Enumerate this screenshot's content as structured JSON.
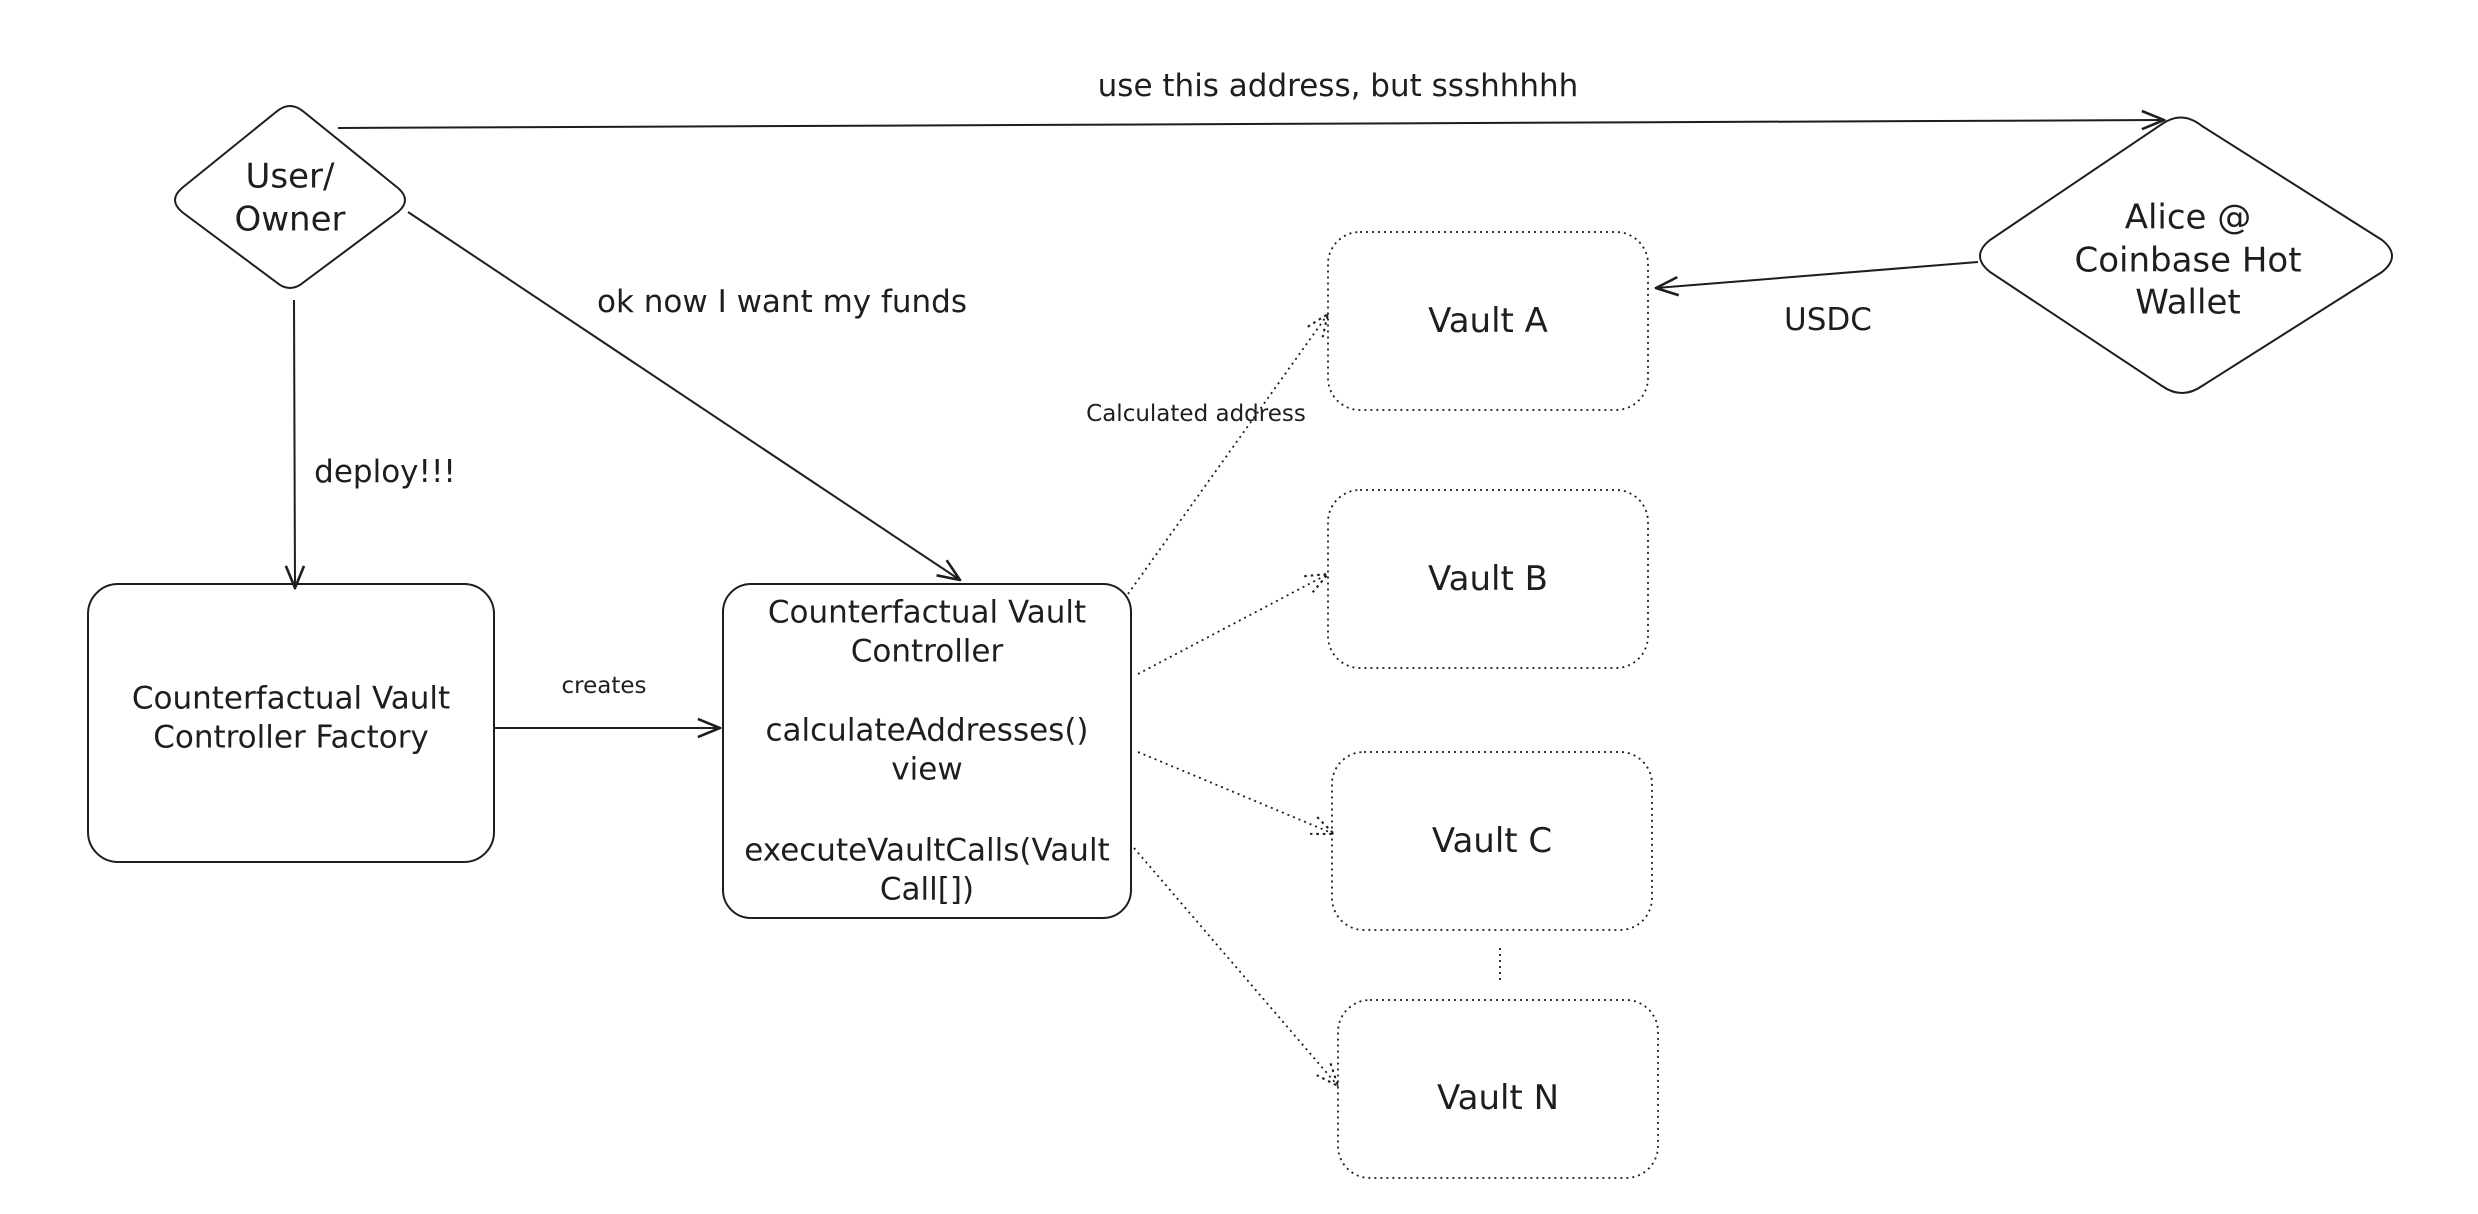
{
  "nodes": {
    "user_owner": "User/\nOwner",
    "alice_wallet": "Alice @\nCoinbase Hot\nWallet",
    "factory": "Counterfactual Vault\nController Factory",
    "controller": {
      "title": "Counterfactual Vault\nController",
      "method_calculate": "calculateAddresses()\nview",
      "method_execute": "executeVaultCalls(Vault\nCall[])"
    },
    "vaults": [
      "Vault A",
      "Vault B",
      "Vault C",
      "Vault N"
    ]
  },
  "edges": {
    "use_address": "use this address, but ssshhhhh",
    "want_funds": "ok now I want my funds",
    "deploy": "deploy!!!",
    "creates": "creates",
    "calculated_address": "Calculated address",
    "usdc": "USDC"
  },
  "colors": {
    "stroke": "#1e1e1e",
    "background": "#ffffff"
  }
}
